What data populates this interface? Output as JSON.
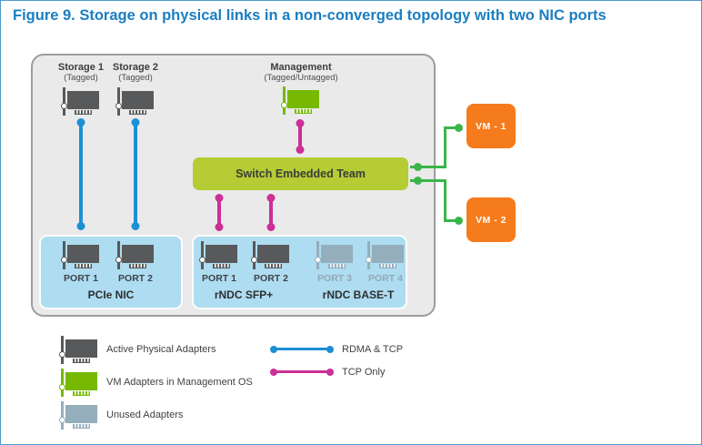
{
  "title": "Figure 9. Storage on physical links in a non-converged topology with two NIC ports",
  "diagram": {
    "storage1": {
      "label": "Storage 1",
      "sub": "(Tagged)"
    },
    "storage2": {
      "label": "Storage 2",
      "sub": "(Tagged)"
    },
    "management": {
      "label": "Management",
      "sub": "(Tagged/Untagged)"
    },
    "switch_team": {
      "label": "Switch Embedded Team"
    },
    "vms": [
      {
        "label": "VM - 1"
      },
      {
        "label": "VM - 2"
      }
    ],
    "pcie_nic": {
      "title": "PCIe NIC",
      "ports": [
        "PORT 1",
        "PORT 2"
      ]
    },
    "rndc_sfp": {
      "title": "rNDC SFP+",
      "ports": [
        "PORT 1",
        "PORT 2"
      ]
    },
    "rndc_baset": {
      "title": "rNDC BASE-T",
      "ports": [
        "PORT 3",
        "PORT 4"
      ]
    }
  },
  "legend": {
    "adapter_items": [
      {
        "label": "Active Physical Adapters",
        "type": "active-adapter"
      },
      {
        "label": "VM Adapters in Management OS",
        "type": "vm-adapter"
      },
      {
        "label": "Unused Adapters",
        "type": "unused-adapter"
      }
    ],
    "line_items": [
      {
        "label": "RDMA & TCP",
        "type": "rdma-tcp-line"
      },
      {
        "label": "TCP Only",
        "type": "tcp-only-line"
      }
    ]
  },
  "colors": {
    "title-blue": "#1b7ec1",
    "frame-border": "#4d9bcb",
    "host-bg": "#eaeaea",
    "host-border": "#9d9d9d",
    "nic-box": "#aedcf0",
    "adapter-active": "#58595b",
    "adapter-vm": "#76b900",
    "adapter-unused": "#95aebc",
    "switch-green": "#b5cc34",
    "vm-orange": "#f57b1c",
    "line-rdma": "#1b90d4",
    "line-tcp": "#cc2f96",
    "line-green": "#3ab54a",
    "text-unused": "#93a9b6"
  }
}
